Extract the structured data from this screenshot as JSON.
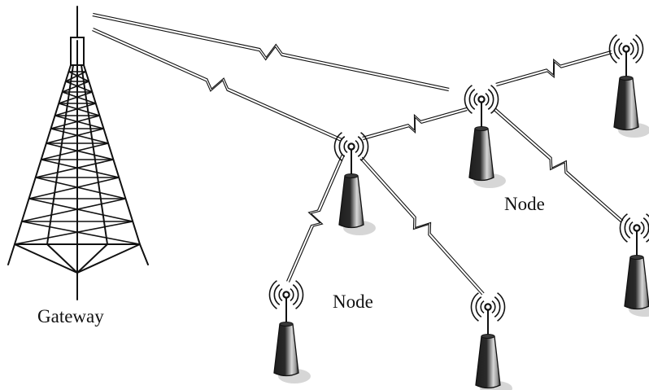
{
  "labels": {
    "gateway": "Gateway",
    "node_upper": "Node",
    "node_lower": "Node"
  },
  "colors": {
    "ink": "#111111",
    "node_body_dark": "#2a2a2a",
    "node_body_light": "#cfcfcf",
    "shadow": "#d9d9d9"
  },
  "diagram": {
    "type": "wireless-network-topology",
    "components": [
      "gateway-tower",
      "node-antenna"
    ],
    "links": [
      {
        "from": "Gateway",
        "to": "Node (center-right)"
      },
      {
        "from": "Gateway",
        "to": "Node (center-left)"
      },
      {
        "from": "Node (center-left)",
        "to": "Node (center-right)"
      },
      {
        "from": "Node (center-right)",
        "to": "Node (top-right)"
      },
      {
        "from": "Node (center-right)",
        "to": "Node (right)"
      },
      {
        "from": "Node (center-left)",
        "to": "Node (bottom-left)"
      },
      {
        "from": "Node (center-left)",
        "to": "Node (bottom-center)"
      }
    ]
  }
}
